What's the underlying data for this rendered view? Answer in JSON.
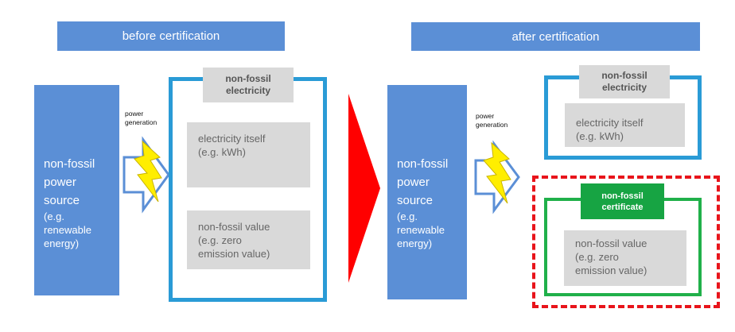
{
  "colors": {
    "box_blue": "#5b8fd6",
    "frame_blue": "#2a9bd6",
    "frame_green": "#20b04a",
    "dashed_red": "#e8141b",
    "arrow_red": "#ff0000",
    "tag_gray": "#d9d9d9",
    "bolt_yellow": "#ffee00"
  },
  "before": {
    "header": "before certification",
    "source_main": "non-fossil\npower\nsource",
    "source_sub": "(e.g.\nrenewable\nenergy)",
    "power_label": "power\ngeneration",
    "tag": "non-fossil\nelectricity",
    "box1": "electricity itself\n(e.g. kWh)",
    "box2": "non-fossil value\n(e.g. zero\nemission value)"
  },
  "after": {
    "header": "after certification",
    "source_main": "non-fossil\npower\nsource",
    "source_sub": "(e.g.\nrenewable\nenergy)",
    "power_label": "power\ngeneration",
    "tag1": "non-fossil\nelectricity",
    "box1": "electricity itself\n(e.g. kWh)",
    "tag2": "non-fossil\ncertificate",
    "box2": "non-fossil value\n(e.g. zero\nemission value)"
  },
  "icons": {
    "bolt": "lightning-bolt-icon",
    "hollow_arrow": "hollow-arrow-icon",
    "transition_arrow": "red-triangle-arrow-icon"
  }
}
